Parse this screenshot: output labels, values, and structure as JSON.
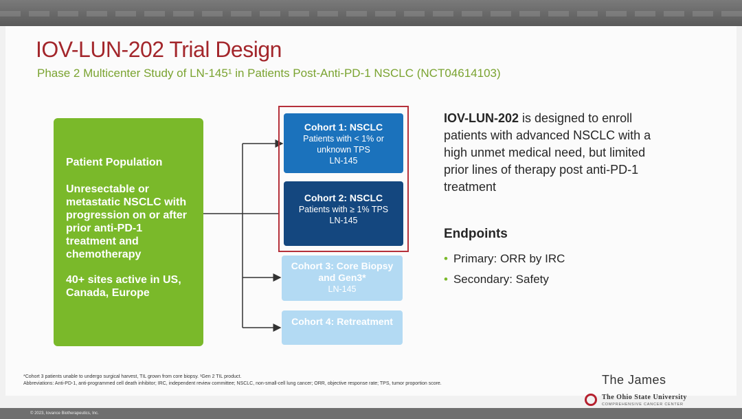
{
  "slide": {
    "title": "IOV-LUN-202 Trial Design",
    "subtitle": "Phase 2 Multicenter Study of LN-145¹ in Patients Post-Anti-PD-1 NSCLC (NCT04614103)"
  },
  "population": {
    "heading": "Patient Population",
    "body": "Unresectable or metastatic NSCLC with progression on or after prior anti-PD-1 treatment and chemotherapy",
    "sites": "40+ sites active in US, Canada, Europe"
  },
  "cohorts": [
    {
      "title": "Cohort 1: NSCLC",
      "line1": "Patients with < 1% or",
      "line2": "unknown TPS",
      "line3": "LN-145"
    },
    {
      "title": "Cohort 2: NSCLC",
      "line1": "Patients with ≥ 1% TPS",
      "line2": "LN-145"
    },
    {
      "title": "Cohort 3: Core Biopsy and Gen3*",
      "line1": "LN-145"
    },
    {
      "title": "Cohort 4: Retreatment"
    }
  ],
  "description": {
    "lead": "IOV-LUN-202",
    "text": " is designed to enroll patients with advanced NSCLC with a high unmet medical need, but limited prior lines of therapy post anti-PD-1 treatment"
  },
  "endpoints": {
    "title": "Endpoints",
    "items": [
      "Primary: ORR by IRC",
      "Secondary: Safety"
    ]
  },
  "footnote": {
    "line1": "*Cohort 3 patients unable to undergo surgical harvest, TIL grown from core biopsy. ¹Gen 2 TIL product.",
    "line2": "Abbreviations: Anti-PD-1, anti-programmed cell death inhibitor; IRC, independent review committee; NSCLC, non-small-cell lung cancer; ORR, objective response rate; TPS, tumor proportion score."
  },
  "branding": {
    "james": "The James",
    "university": "The Ohio State University",
    "center": "COMPREHENSIVE CANCER CENTER",
    "copyright": "© 2023, Iovance Biotherapeutics, Inc."
  },
  "colors": {
    "title_red": "#a3262b",
    "green": "#7ab92a",
    "blue": "#1b72bc",
    "navy": "#14477f",
    "light_blue": "#b3daf3"
  }
}
